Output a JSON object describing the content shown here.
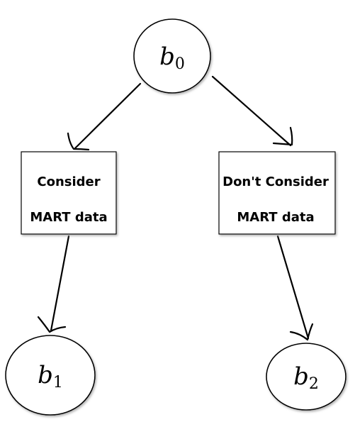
{
  "nodes": {
    "root": {
      "base": "b",
      "sub": "0"
    },
    "left": {
      "base": "b",
      "sub": "1"
    },
    "right": {
      "base": "b",
      "sub": "2"
    }
  },
  "boxes": {
    "consider": {
      "line1": "Consider",
      "line2": "MART data"
    },
    "dont_consider": {
      "line1": "Don't Consider",
      "line2": "MART data"
    }
  },
  "colors": {
    "stroke": "#000000",
    "fill": "#ffffff",
    "shadow": "#b8b8b8"
  }
}
